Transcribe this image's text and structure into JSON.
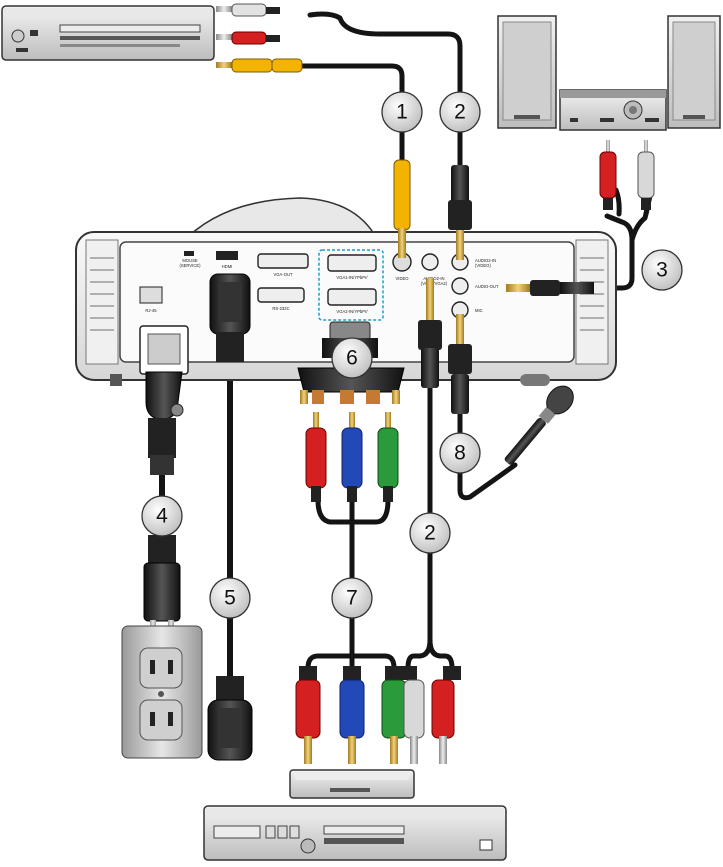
{
  "callouts": [
    "1",
    "2",
    "3",
    "4",
    "5",
    "6",
    "7",
    "8",
    "2"
  ],
  "port_labels": {
    "mouse": "MOUSE",
    "mouse_sub": "(SERVICE)",
    "hdmi": "HDMI",
    "vga_out": "VGA-OUT",
    "vga1": "VGA1-IN/YPbPr/",
    "vga2": "VGA2-IN/YPbPr/",
    "rs232": "RS-232C",
    "rj45": "RJ-45",
    "video": "VIDEO",
    "audio_in_vga": "AUDIO2-IN",
    "audio_in_vga_sub": "(VGA1/VGA2)",
    "audio_in_video": "AUDIO2-IN",
    "audio_in_video_sub": "(VIDEO)",
    "audio_out": "AUDIO-OUT",
    "mic": "MIC"
  },
  "colors": {
    "red": "#d42020",
    "white": "#d8d8d8",
    "yellow": "#f2b400",
    "blue": "#2348b8",
    "green": "#2a9a3a",
    "cable": "#141414"
  }
}
